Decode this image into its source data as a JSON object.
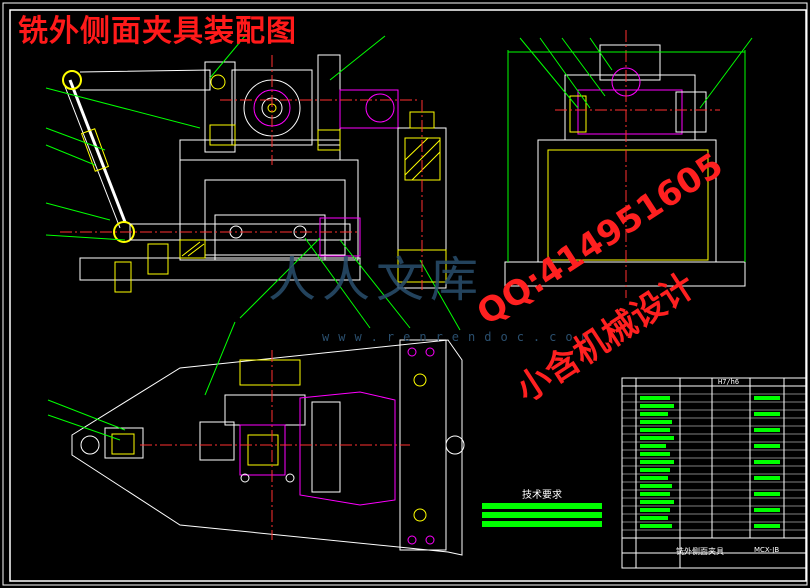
{
  "drawing": {
    "title": "铣外侧面夹具装配图",
    "watermark_site": "人人文库",
    "watermark_url": "www.renrendoc.com",
    "watermark_qq": "QQ:414951605",
    "watermark_design": "小含机械设计",
    "tech_requirements_label": "技术要求",
    "titleblock_name": "铣外侧面夹具",
    "titleblock_code": "MCX-JB",
    "bom_header": "H7/h6"
  },
  "colors": {
    "background": "#000000",
    "outline": "#ffffff",
    "centerline": "#ff3030",
    "dimension": "#00ff00",
    "part_highlight": "#ff00ff",
    "hatch": "#ffff00",
    "title_red": "#ff1a1a"
  }
}
